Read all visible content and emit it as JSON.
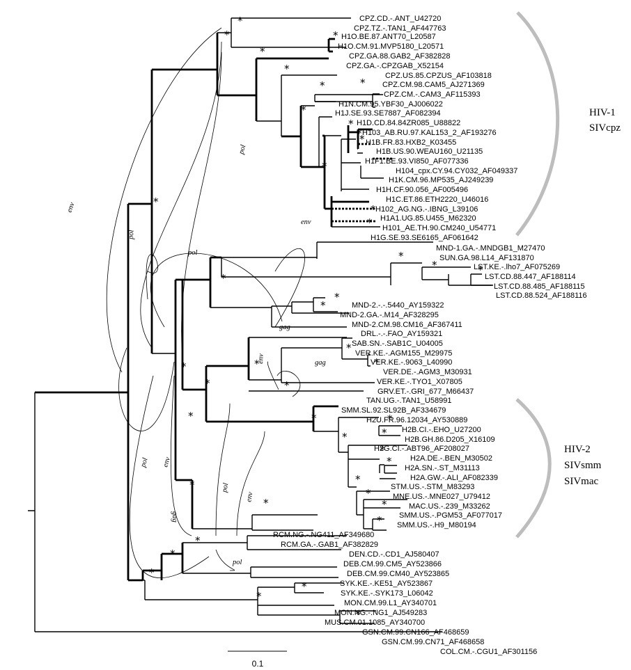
{
  "taxa": [
    "CPZ.CD.-.ANT_U42720",
    "CPZ.TZ.-.TAN1_AF447763",
    "H1O.BE.87.ANT70_L20587",
    "H1O.CM.91.MVP5180_L20571",
    "CPZ.GA.88.GAB2_AF382828",
    "CPZ.GA.-.CPZGAB_X52154",
    "CPZ.US.85.CPZUS_AF103818",
    "CPZ.CM.98.CAM5_AJ271369",
    "CPZ.CM.-.CAM3_AF115393",
    "H1N.CM.95.YBF30_AJ006022",
    "H1J.SE.93.SE7887_AF082394",
    "H1D.CD.84.84ZR085_U88822",
    "H103_AB.RU.97.KAL153_2_AF193276",
    "H1B.FR.83.HXB2_K03455",
    "H1B.US.90.WEAU160_U21135",
    "H1F1.BE.93.VI850_AF077336",
    "H104_cpx.CY.94.CY032_AF049337",
    "H1K.CM.96.MP535_AJ249239",
    "H1H.CF.90.056_AF005496",
    "H1C.ET.86.ETH2220_U46016",
    "H102_AG.NG.-.IBNG_L39106",
    "H1A1.UG.85.U455_M62320",
    "H101_AE.TH.90.CM240_U54771",
    "H1G.SE.93.SE6165_AF061642",
    "MND-1.GA.-.MNDGB1_M27470",
    "SUN.GA.98.L14_AF131870",
    "LST.KE.-.lho7_AF075269",
    "LST.CD.88.447_AF188114",
    "LST.CD.88.485_AF188115",
    "LST.CD.88.524_AF188116",
    "MND-2.-.-.5440_AY159322",
    "MND-2.GA.-.M14_AF328295",
    "MND-2.CM.98.CM16_AF367411",
    "DRL.-.-.FAO_AY159321",
    "SAB.SN.-.SAB1C_U04005",
    "VER.KE.-.AGM155_M29975",
    "VER.KE.-.9063_L40990",
    "VER.DE.-.AGM3_M30931",
    "VER.KE.-.TYO1_X07805",
    "GRV.ET.-.GRI_677_M66437",
    "TAN.UG.-.TAN1_U58991",
    "SMM.SL.92.SL92B_AF334679",
    "H2U.FR.96.12034_AY530889",
    "H2B.CI.-.EHO_U27200",
    "H2B.GH.86.D205_X16109",
    "H2G.CI.-.ABT96_AF208027",
    "H2A.DE.-.BEN_M30502",
    "H2A.SN.-.ST_M31113",
    "H2A.GW.-.ALI_AF082339",
    "STM.US.-.STM_M83293",
    "MNE.US.-.MNE027_U79412",
    "MAC.US.-.239_M33262",
    "SMM.US.-.PGM53_AF077017",
    "SMM.US.-.H9_M80194",
    "RCM.NG.-.NG411_AF349680",
    "RCM.GA.-.GAB1_AF382829",
    "DEN.CD.-.CD1_AJ580407",
    "DEB.CM.99.CM5_AY523866",
    "DEB.CM.99.CM40_AY523865",
    "SYK.KE.-.KE51_AY523867",
    "SYK.KE.-.SYK173_L06042",
    "MON.CM.99.L1_AY340701",
    "MON.NG.-.NG1_AJ549283",
    "MUS.CM.01.1085_AY340700",
    "GSN.CM.99.CN166_AF468659",
    "GSN.CM.99.CN71_AF468658",
    "COL.CM.-.CGU1_AF301156"
  ],
  "clades": {
    "hiv1": [
      "HIV-1",
      "SIVcpz"
    ],
    "hiv2": [
      "HIV-2",
      "SIVsmm",
      "SIVmac"
    ]
  },
  "recombination_labels": [
    "env",
    "pol",
    "pol",
    "pol",
    "env",
    "gag",
    "env",
    "gag",
    "pol",
    "env",
    "gag",
    "pol",
    "env",
    "pol"
  ],
  "support_marker": "*",
  "scale_bar": {
    "label": "0.1"
  }
}
